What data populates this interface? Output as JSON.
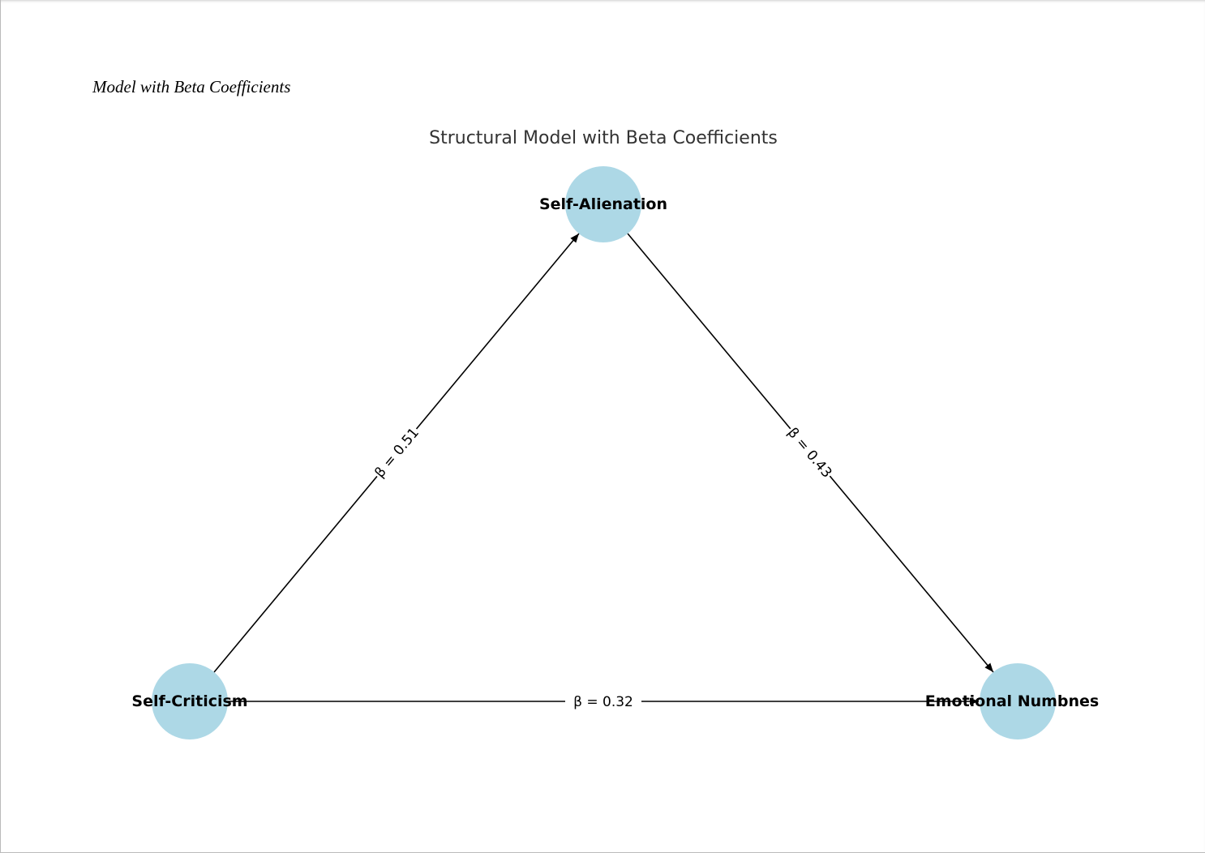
{
  "caption": "Model with Beta Coefficients",
  "diagram": {
    "title": "Structural Model with Beta Coefficients",
    "node_color": "#add8e6",
    "nodes": [
      {
        "id": "self-alienation",
        "label": "Self-Alienation"
      },
      {
        "id": "self-criticism",
        "label": "Self-Criticism"
      },
      {
        "id": "emotional-numbness",
        "label": "Emotional Numbnes"
      }
    ],
    "edges": [
      {
        "from": "Self-Criticism",
        "to": "Self-Alienation",
        "label": "β = 0.51",
        "beta": 0.51
      },
      {
        "from": "Self-Alienation",
        "to": "Emotional Numbness",
        "label": "β = 0.43",
        "beta": 0.43
      },
      {
        "from": "Self-Criticism",
        "to": "Emotional Numbness",
        "label": "β = 0.32",
        "beta": 0.32
      }
    ]
  }
}
